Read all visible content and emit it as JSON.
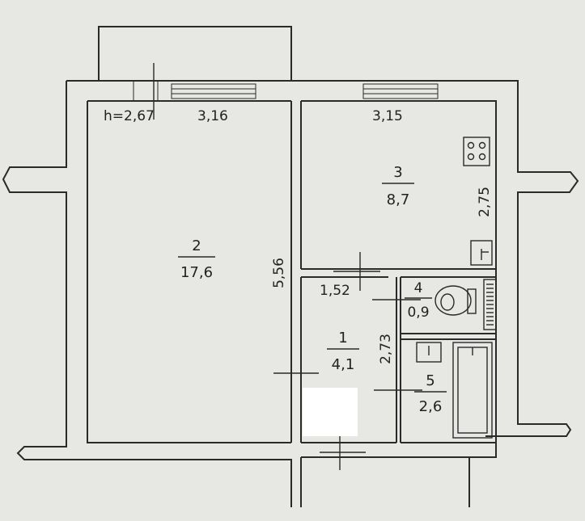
{
  "ceiling_height": "h=2,67",
  "rooms": [
    {
      "number": "2",
      "area": "17,6"
    },
    {
      "number": "3",
      "area": "8,7"
    },
    {
      "number": "1",
      "area": "4,1"
    },
    {
      "number": "4",
      "area": "0,9"
    },
    {
      "number": "5",
      "area": "2,6"
    }
  ],
  "dimensions": {
    "room2_width": "3,16",
    "room2_length": "5,56",
    "room3_width": "3,15",
    "room3_length": "2,75",
    "room1_width": "1,52",
    "room1_length": "2,73"
  }
}
